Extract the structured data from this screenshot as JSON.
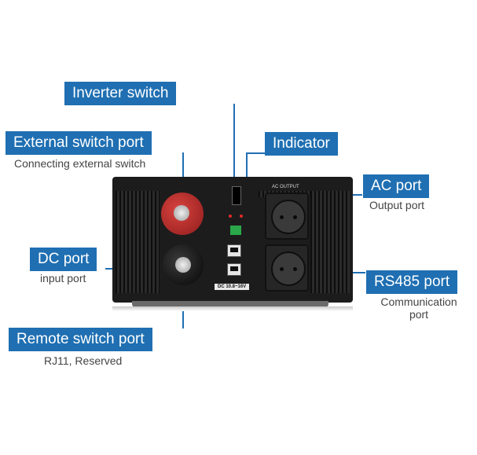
{
  "callouts": {
    "inverter_switch": {
      "label": "Inverter switch"
    },
    "external_switch_port": {
      "label": "External switch port",
      "sub": "Connecting external switch"
    },
    "indicator": {
      "label": "Indicator"
    },
    "ac_port": {
      "label": "AC port",
      "sub": "Output port"
    },
    "dc_port": {
      "label": "DC port",
      "sub": "input port"
    },
    "rs485_port": {
      "label": "RS485 port",
      "sub_line1": "Communication",
      "sub_line2": "port"
    },
    "remote_switch_port": {
      "label": "Remote switch port",
      "sub": "RJ11, Reserved"
    }
  },
  "device": {
    "ac_output_label": "AC OUTPUT",
    "voltage_label": "DC 10.8~16V"
  },
  "colors": {
    "callout_bg": "#1f6fb2",
    "callout_text": "#ffffff",
    "device_body": "#1c1c1c",
    "positive_terminal": "#c0322d"
  }
}
